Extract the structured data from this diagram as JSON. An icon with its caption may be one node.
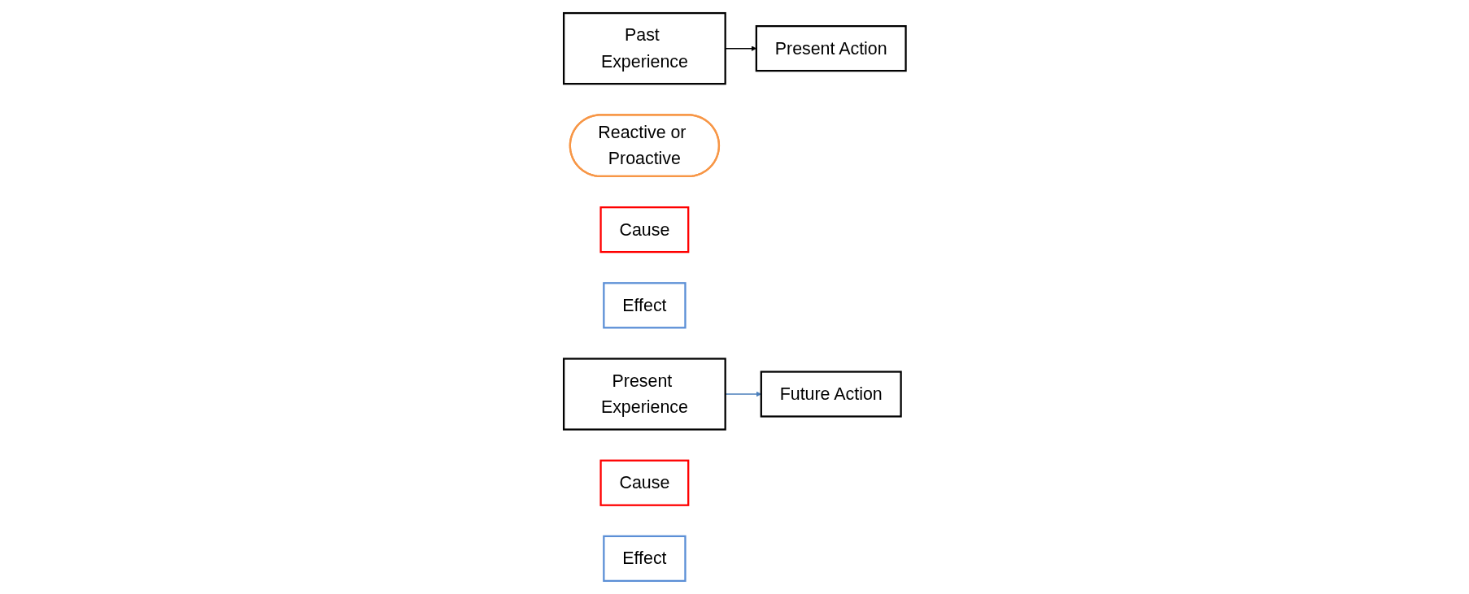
{
  "diagram": {
    "nodes": [
      {
        "text": [
          "Past Experience"
        ]
      },
      {
        "text": [
          "Present Action"
        ]
      },
      {
        "text": [
          "Reactive or Proactive"
        ]
      },
      {
        "text": [
          "Cause"
        ]
      },
      {
        "text": [
          "Effect"
        ]
      },
      {
        "text": [
          "Present Experience"
        ]
      },
      {
        "text": [
          "Future Action"
        ]
      },
      {
        "text": [
          "Cause"
        ]
      },
      {
        "text": [
          "Effect"
        ]
      }
    ],
    "edges": [
      {
        "from": 0,
        "to": 1,
        "arrow": "to"
      },
      {
        "from": 5,
        "to": 6,
        "arrow": "to",
        "color": "#4a7ebb"
      }
    ]
  }
}
